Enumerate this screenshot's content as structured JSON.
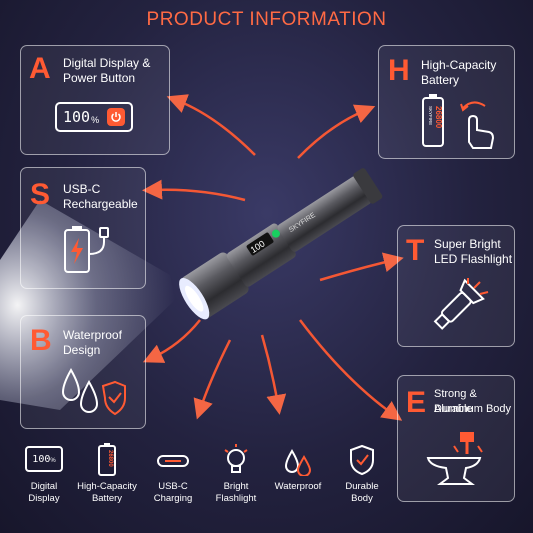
{
  "header": {
    "title": "PRODUCT INFORMATION"
  },
  "features": [
    {
      "letter": "A",
      "line1": "Digital Display &",
      "line2": "Power Button",
      "display_value": "100",
      "display_unit": "%"
    },
    {
      "letter": "H",
      "line1": "High-Capacity",
      "line2": "Battery",
      "capacity": "26800",
      "brand": "SKYFIRE"
    },
    {
      "letter": "S",
      "line1": "USB-C",
      "line2": "Rechargeable"
    },
    {
      "letter": "T",
      "line1": "Super Bright",
      "line2": "LED Flashlight"
    },
    {
      "letter": "B",
      "line1": "Waterproof",
      "line2": "Design"
    },
    {
      "letter": "E",
      "line1": "Strong & Durable",
      "line2": "Aluminum Body"
    }
  ],
  "flashlight": {
    "brand": "SKYFIRE",
    "display": "100"
  },
  "bottom_bar": [
    {
      "line1": "Digital",
      "line2": "Display",
      "icon": "display-icon",
      "value": "100",
      "unit": "%"
    },
    {
      "line1": "High-Capacity",
      "line2": "Battery",
      "icon": "battery-icon",
      "capacity": "26800"
    },
    {
      "line1": "USB-C",
      "line2": "Charging",
      "icon": "usb-c-icon"
    },
    {
      "line1": "Bright",
      "line2": "Flashlight",
      "icon": "bulb-icon"
    },
    {
      "line1": "Waterproof",
      "line2": "",
      "icon": "water-drops-icon"
    },
    {
      "line1": "Durable",
      "line2": "Body",
      "icon": "shield-check-icon"
    }
  ],
  "colors": {
    "accent": "#ff5a33",
    "background": "#23223f",
    "text": "#ffffff"
  }
}
